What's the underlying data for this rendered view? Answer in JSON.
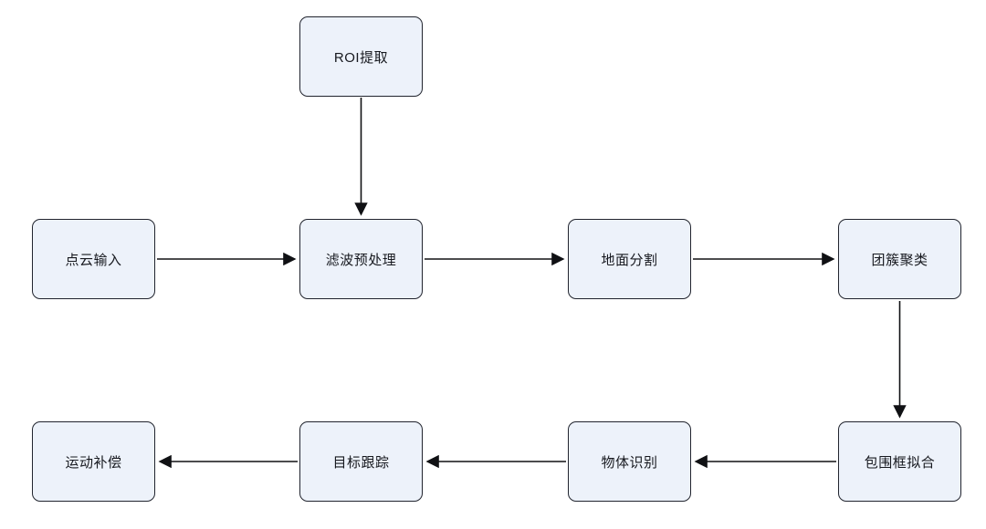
{
  "diagram": {
    "type": "flowchart",
    "description": "Point cloud processing pipeline flowchart",
    "nodes": [
      {
        "id": "roi",
        "label": "ROI提取"
      },
      {
        "id": "input",
        "label": "点云输入"
      },
      {
        "id": "filter",
        "label": "滤波预处理"
      },
      {
        "id": "ground",
        "label": "地面分割"
      },
      {
        "id": "cluster",
        "label": "团簇聚类"
      },
      {
        "id": "bbox",
        "label": "包围框拟合"
      },
      {
        "id": "object",
        "label": "物体识别"
      },
      {
        "id": "tracking",
        "label": "目标跟踪"
      },
      {
        "id": "motion",
        "label": "运动补偿"
      }
    ],
    "edges": [
      {
        "from": "roi",
        "to": "filter"
      },
      {
        "from": "input",
        "to": "filter"
      },
      {
        "from": "filter",
        "to": "ground"
      },
      {
        "from": "ground",
        "to": "cluster"
      },
      {
        "from": "cluster",
        "to": "bbox"
      },
      {
        "from": "bbox",
        "to": "object"
      },
      {
        "from": "object",
        "to": "tracking"
      },
      {
        "from": "tracking",
        "to": "motion"
      }
    ],
    "colors": {
      "node_fill": "#edf2fa",
      "node_border": "#21242e",
      "arrow": "#101114",
      "background": "#ffffff"
    }
  }
}
